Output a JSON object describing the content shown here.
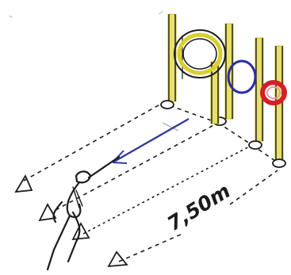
{
  "drawing": {
    "distance_label": "7,50m",
    "colors": {
      "paper": "#ffffff",
      "ink": "#1c1c1c",
      "post_yellow": "#e8e06a",
      "post_yellow_dark": "#c9bf2a",
      "ring_yellow": "#d8cf2c",
      "ring_blue": "#2c2aa8",
      "ring_red": "#d41f2b",
      "ring_pink": "#f19aa8",
      "arrow_blue": "#2f3b9a"
    },
    "elements": {
      "posts": 5,
      "rings": [
        "yellow",
        "blue",
        "red"
      ],
      "cones": 4,
      "player": "javelin-thrower"
    }
  }
}
